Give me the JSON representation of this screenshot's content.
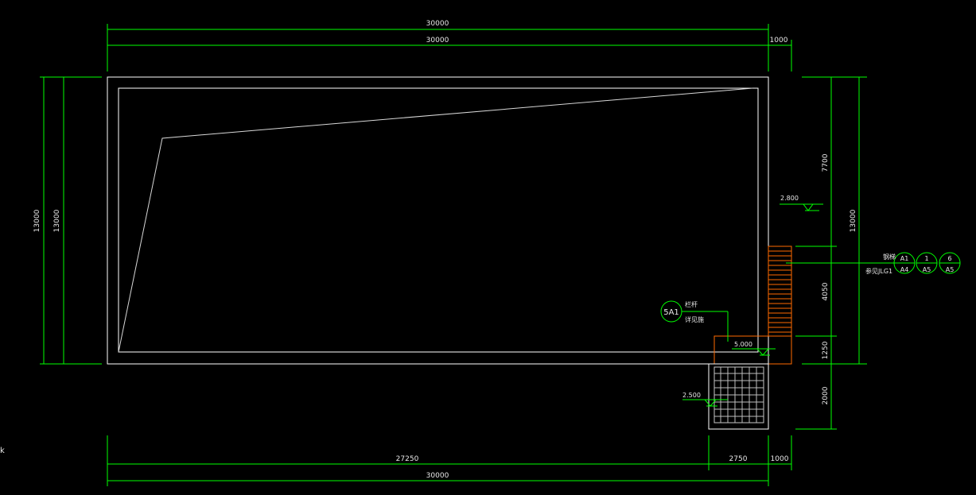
{
  "colors": {
    "background": "#000000",
    "dimension_lines": "#00ff00",
    "outline": "#ffffff",
    "stair": "#ff6a00",
    "grid": "#c8c8c8"
  },
  "dimensions": {
    "top_total": "30000",
    "top_main": "30000",
    "top_right": "1000",
    "left_outer": "13000",
    "left_inner": "13000",
    "right_upper": "7700",
    "right_middle": "4050",
    "right_lower": "1250",
    "right_total": "13000",
    "right_below": "2000",
    "bottom_left": "27250",
    "bottom_middle": "2750",
    "bottom_right": "1000",
    "bottom_total": "30000"
  },
  "elevations": {
    "upper": "2.800",
    "landing": "5.000",
    "lower": "2.500"
  },
  "annotations": {
    "railing_bubble": "5A1",
    "railing_label": "栏杆",
    "railing_note": "详见施",
    "stair_label": "钢梯",
    "stair_ref": "参见JLG1"
  },
  "detail_bubbles": [
    {
      "top": "A1",
      "bottom": "A4"
    },
    {
      "top": "1",
      "bottom": "A5"
    },
    {
      "top": "6",
      "bottom": "A5"
    }
  ],
  "edge_mark": "k"
}
